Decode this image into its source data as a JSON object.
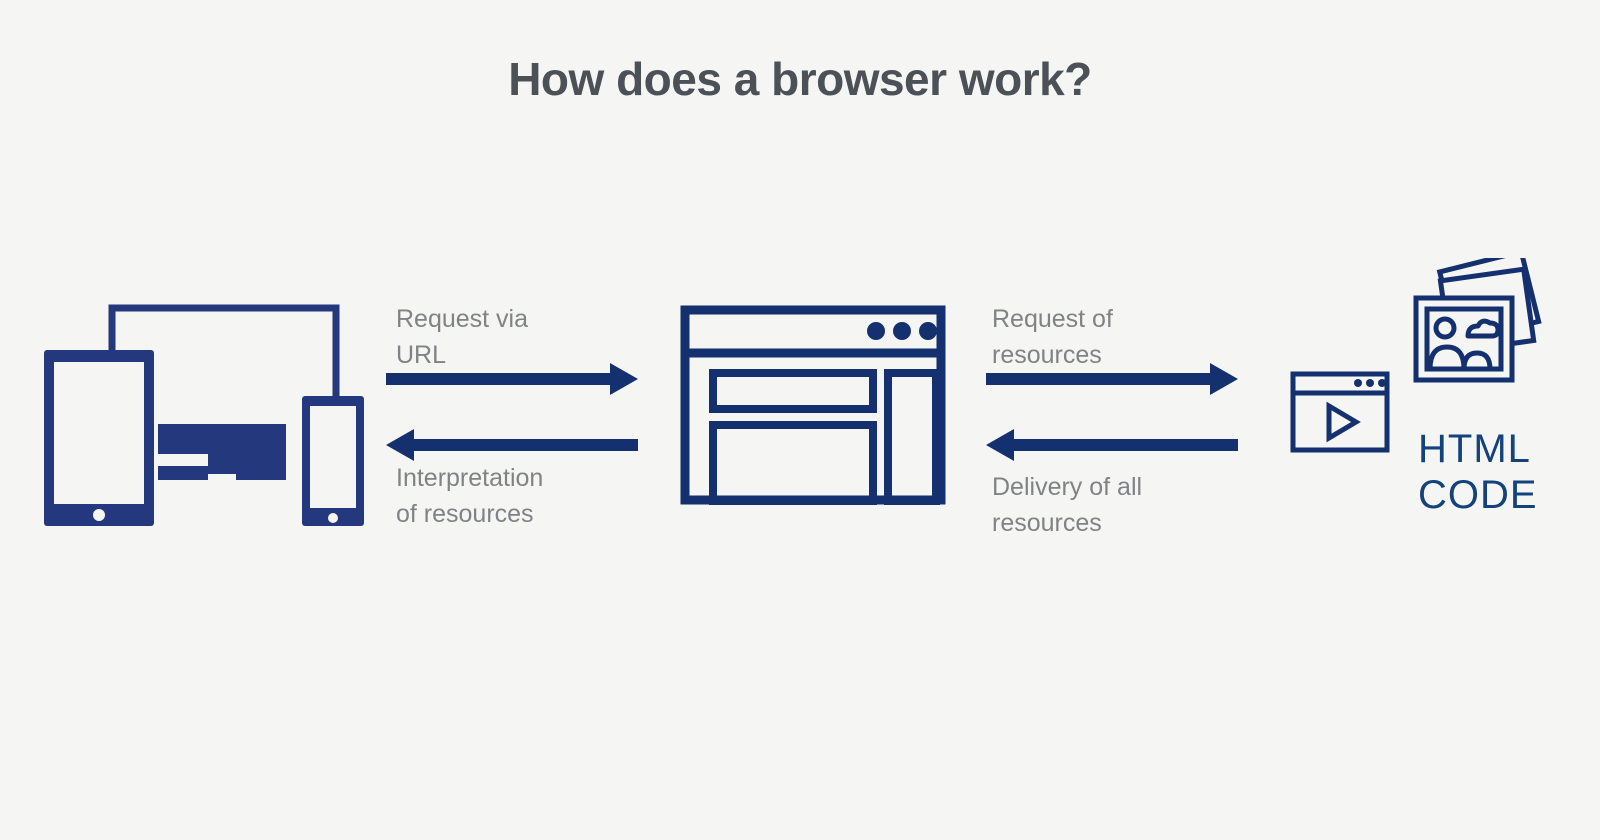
{
  "page": {
    "title": "How does a browser work?",
    "background_color": "#f5f5f4",
    "title_color": "#4b5156",
    "accent_navy": "#14306e",
    "accent_dark_blue": "#14427a",
    "label_color": "#808285"
  },
  "flow": {
    "nodes": [
      {
        "id": "devices",
        "icon": "devices-icon",
        "description": "tablet, monitor and smartphone"
      },
      {
        "id": "browser",
        "icon": "browser-window-icon",
        "description": "browser window with three dots and content blocks"
      },
      {
        "id": "server_resources",
        "icon": "resources-icon",
        "description": "video player window, photos stack and HTML code text"
      }
    ],
    "arrows": [
      {
        "id": "request-via-url",
        "direction": "right",
        "label": "Request via\nURL",
        "label_position": "above"
      },
      {
        "id": "interpretation-of-resources",
        "direction": "left",
        "label": "Interpretation\nof resources",
        "label_position": "below"
      },
      {
        "id": "request-of-resources",
        "direction": "right",
        "label": "Request of\nresources",
        "label_position": "above"
      },
      {
        "id": "delivery-of-all-resources",
        "direction": "left",
        "label": "Delivery of all\nresources",
        "label_position": "below"
      }
    ]
  },
  "labels": {
    "request_via_url": "Request via\nURL",
    "interpretation_of_resources": "Interpretation\nof resources",
    "request_of_resources": "Request of\nresources",
    "delivery_of_all_resources": "Delivery of all\nresources",
    "html_code": "HTML\nCODE"
  }
}
